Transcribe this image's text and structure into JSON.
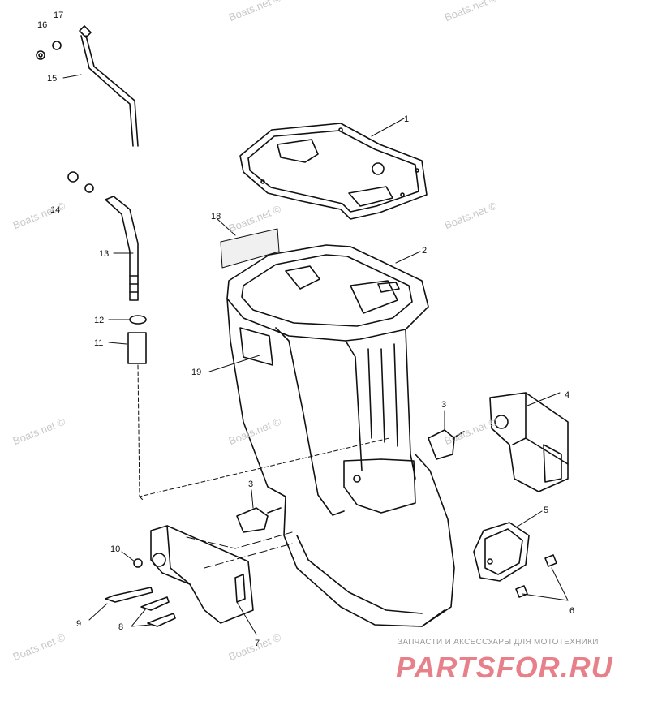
{
  "diagram": {
    "callouts": [
      "1",
      "2",
      "3",
      "3",
      "4",
      "5",
      "6",
      "7",
      "8",
      "9",
      "10",
      "11",
      "12",
      "13",
      "14",
      "15",
      "16",
      "17",
      "18",
      "19"
    ]
  },
  "watermarks": {
    "text": "Boats.net ©"
  },
  "banner": {
    "line": "ЗАПЧАСТИ И АКСЕССУАРЫ ДЛЯ МОТОТЕХНИКИ",
    "logo": "PARTSFOR.RU"
  }
}
